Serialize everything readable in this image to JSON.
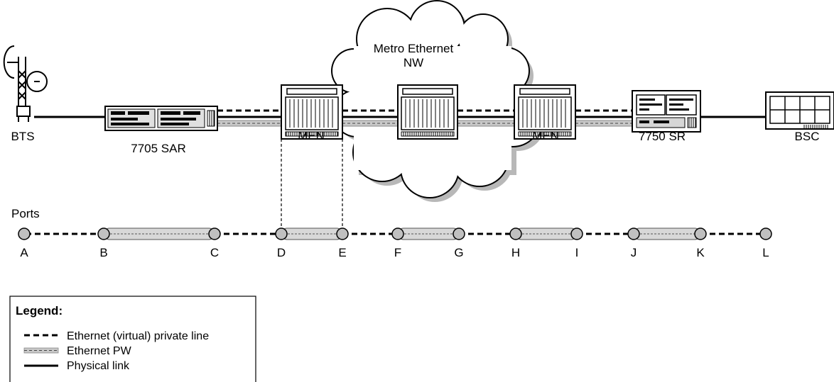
{
  "cloud": {
    "line1": "Metro Ethernet",
    "line2": "NW"
  },
  "devices": {
    "bts": "BTS",
    "sar": "7705 SAR",
    "men_left": "MEN",
    "men_right": "MEN",
    "sr": "7750 SR",
    "bsc": "BSC"
  },
  "ports": {
    "title": "Ports",
    "labels": [
      "A",
      "B",
      "C",
      "D",
      "E",
      "F",
      "G",
      "H",
      "I",
      "J",
      "K",
      "L"
    ]
  },
  "legend": {
    "title": "Legend:",
    "items": [
      {
        "label": "Ethernet (virtual) private line"
      },
      {
        "label": "Ethernet PW"
      },
      {
        "label": "Physical link"
      }
    ]
  }
}
